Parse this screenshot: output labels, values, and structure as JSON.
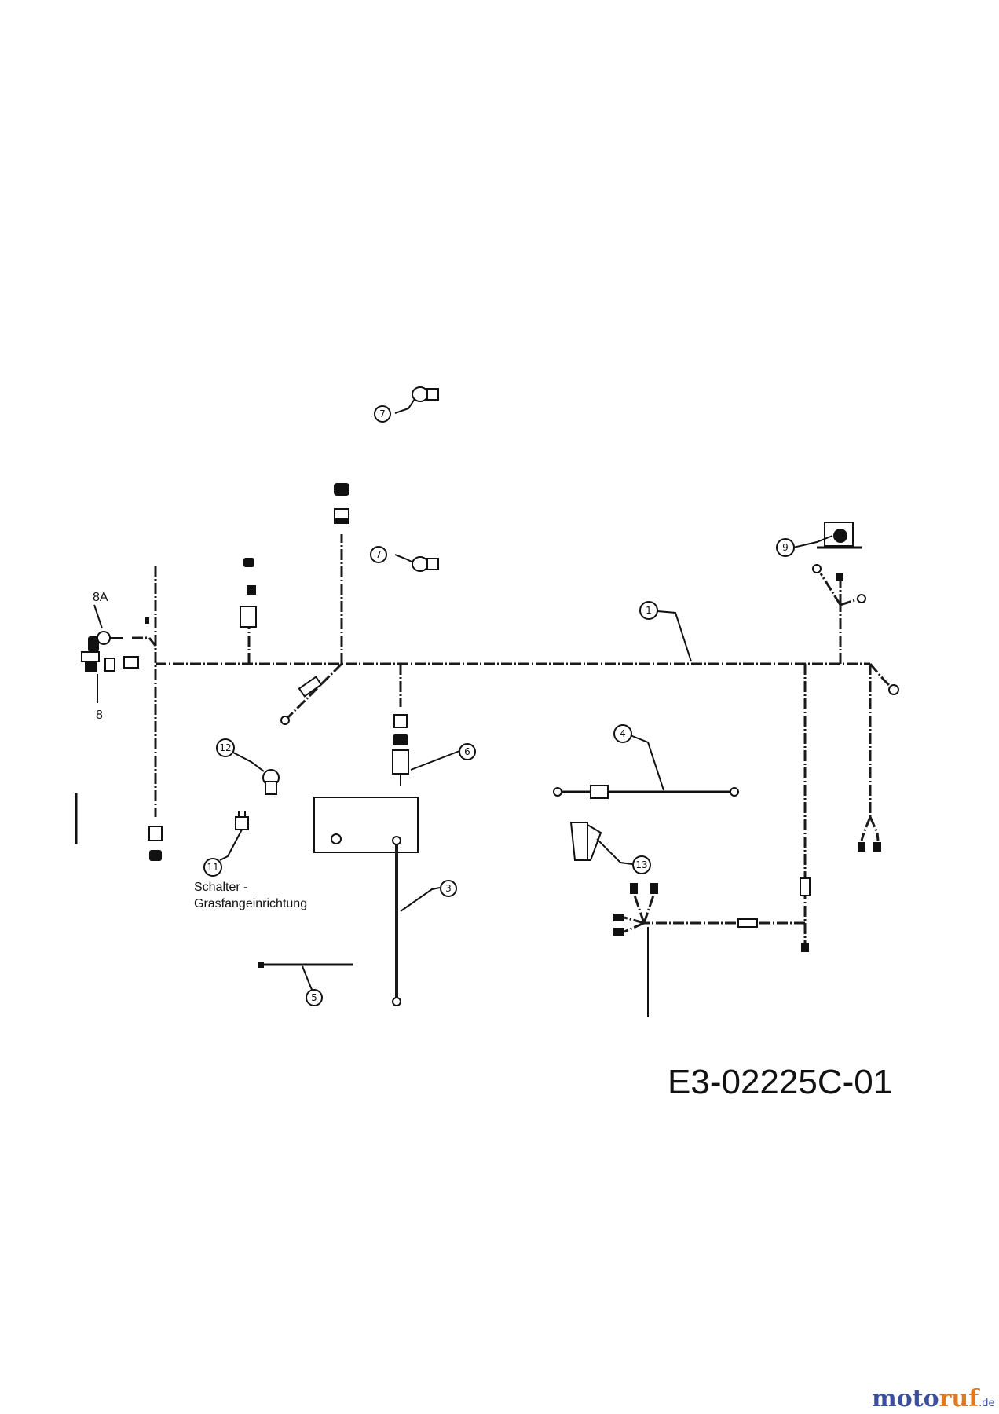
{
  "callouts": {
    "c1": "1",
    "c3": "3",
    "c4": "4",
    "c5": "5",
    "c6": "6",
    "c7a": "7",
    "c7b": "7",
    "c9": "9",
    "c11": "11",
    "c12": "12",
    "c13": "13"
  },
  "labels": {
    "l8": "8",
    "l8a": "8A",
    "switch_line1": "Schalter -",
    "switch_line2": "Grasfangeinrichtung"
  },
  "document_number": "E3-02225C-01",
  "watermark": {
    "part1": "moto",
    "part2": "ruf",
    "part3": ".de"
  }
}
